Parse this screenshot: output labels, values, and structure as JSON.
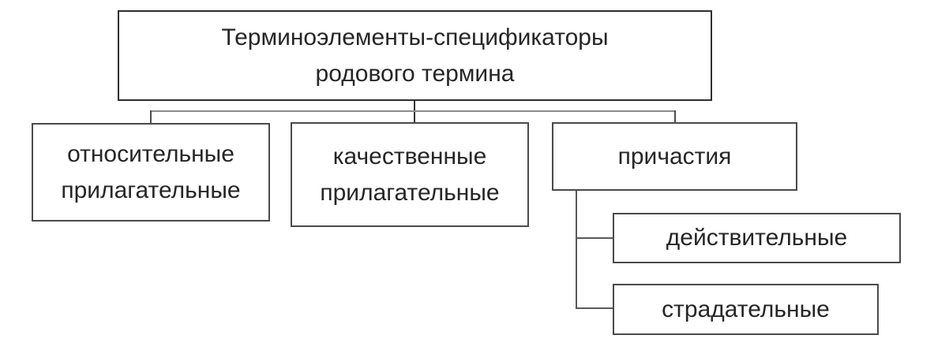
{
  "diagram": {
    "title": "Терминоэлементы-спецификаторы родового термина",
    "colors": {
      "background": "#ffffff",
      "root_border": "#2e2e2e",
      "box_border": "#4a4a4a",
      "connector": "#595959",
      "rail": "#8c8c8c",
      "text": "#262626"
    },
    "nodes": {
      "root": {
        "lines": {
          "0": "Терминоэлементы-спецификаторы",
          "1": "родового термина"
        }
      },
      "relative": {
        "lines": {
          "0": "относительные",
          "1": "прилагательные"
        }
      },
      "qualitative": {
        "lines": {
          "0": "качественные",
          "1": "прилагательные"
        }
      },
      "participles": {
        "label": "причастия"
      },
      "active": {
        "label": "действительные"
      },
      "passive": {
        "label": "страдательные"
      }
    },
    "structure": {
      "root_children": "относительные прилагательные; качественные прилагательные; причастия",
      "participles_children": "действительные; страдательные"
    }
  }
}
